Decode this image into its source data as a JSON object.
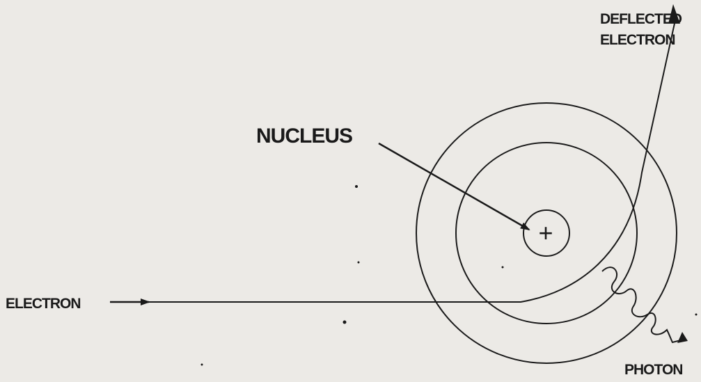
{
  "labels": {
    "deflected_line1": "DEFLECTED",
    "deflected_line2": "ELECTRON",
    "nucleus": "NUCLEUS",
    "electron": "ELECTRON",
    "photon": "PHOTON",
    "nucleus_symbol": "+"
  },
  "colors": {
    "background": "#eceae6",
    "ink": "#1a1a1a"
  }
}
